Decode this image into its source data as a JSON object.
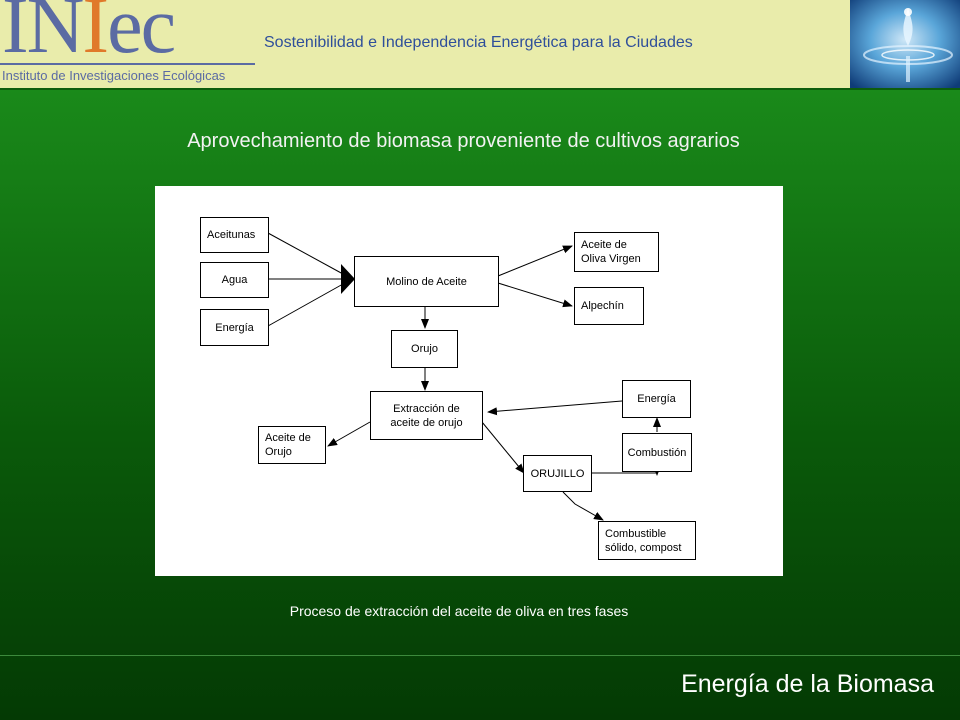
{
  "header": {
    "logo_main_pre": "IN",
    "logo_main_accent": "I",
    "logo_main_post": "ec",
    "logo_subtitle": "Instituto de Investigaciones Ecológicas",
    "tagline": "Sostenibilidad e Independencia Energética para la Ciudades",
    "brand_color": "#5b6ba3",
    "accent_color": "#e0792a"
  },
  "slide": {
    "title": "Aprovechamiento de biomasa proveniente de cultivos agrarios",
    "caption": "Proceso de extracción del aceite de oliva en tres fases",
    "footer": "Energía de la Biomasa",
    "background_color": "#0a5a0a"
  },
  "diagram": {
    "nodes": {
      "aceitunas": "Aceitunas",
      "agua": "Agua",
      "energia_in": "Energía",
      "molino": "Molino de Aceite",
      "aceite_virgen_1": "Aceite de",
      "aceite_virgen_2": "Oliva Virgen",
      "alpechin": "Alpechín",
      "orujo": "Orujo",
      "extraccion_1": "Extracción de",
      "extraccion_2": "aceite de orujo",
      "aceite_orujo_1": "Aceite de",
      "aceite_orujo_2": "Orujo",
      "orujillo": "ORUJILLO",
      "energia_out": "Energía",
      "combustion": "Combustión",
      "combustible_1": "Combustible",
      "combustible_2": "sólido, compost"
    },
    "edges": [
      [
        "Aceitunas",
        "Molino de Aceite"
      ],
      [
        "Agua",
        "Molino de Aceite"
      ],
      [
        "Energía",
        "Molino de Aceite"
      ],
      [
        "Molino de Aceite",
        "Aceite de Oliva Virgen"
      ],
      [
        "Molino de Aceite",
        "Alpechín"
      ],
      [
        "Molino de Aceite",
        "Orujo"
      ],
      [
        "Orujo",
        "Extracción de aceite de orujo"
      ],
      [
        "Extracción de aceite de orujo",
        "Aceite de Orujo"
      ],
      [
        "Extracción de aceite de orujo",
        "ORUJILLO"
      ],
      [
        "ORUJILLO",
        "Combustión"
      ],
      [
        "Combustión",
        "Energía"
      ],
      [
        "Energía",
        "Extracción de aceite de orujo"
      ],
      [
        "ORUJILLO",
        "Combustible sólido, compost"
      ]
    ]
  }
}
